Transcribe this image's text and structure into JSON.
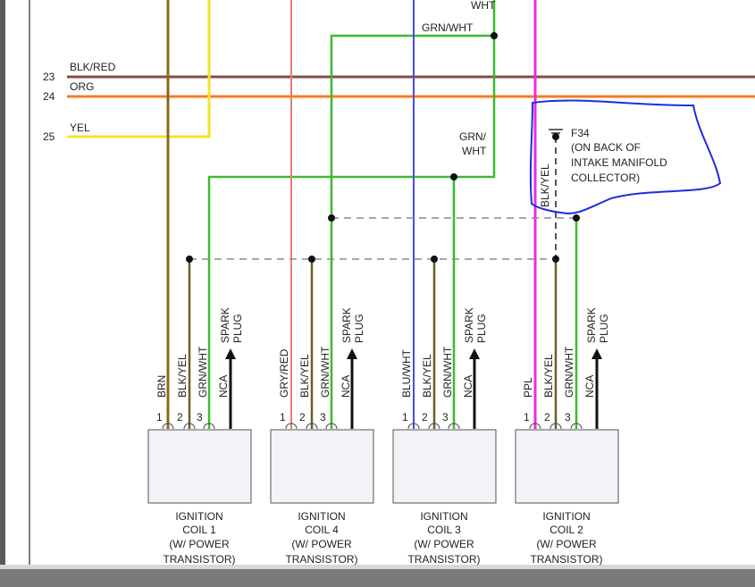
{
  "colors": {
    "brn": "#8a6a1c",
    "yel": "#f5e22a",
    "red": "#e87a7a",
    "blu": "#4a4ae8",
    "ppl": "#e82ee0",
    "grn": "#3dba2e",
    "blk_yel": "#6b5e2a",
    "blk_red": "#8a4a4a",
    "org": "#f57c20",
    "highlight": "#1f2ce0",
    "dashed": "#8c8c8c",
    "coil_fill": "#f2f3f8"
  },
  "top_partial_label": "WHT",
  "buses": [
    {
      "number": "23",
      "label": "BLK/RED"
    },
    {
      "number": "24",
      "label": "ORG"
    },
    {
      "number": "25",
      "label": "YEL"
    }
  ],
  "upper_labels": {
    "grn_wht_top": "GRN/WHT",
    "grn_wht_mid_1": "GRN/",
    "grn_wht_mid_2": "WHT",
    "blk_yel_vertical": "BLK/YEL"
  },
  "ground": {
    "id": "F34",
    "note_1": "(ON BACK OF",
    "note_2": "INTAKE MANIFOLD",
    "note_3": "COLLECTOR)"
  },
  "spark_label_1": "SPARK",
  "spark_label_2": "PLUG",
  "coils": [
    {
      "title": "IGNITION",
      "name": "COIL 1",
      "sub1": "(W/ POWER",
      "sub2": "TRANSISTOR)",
      "pins": [
        "1",
        "2",
        "3"
      ],
      "wires": [
        "BRN",
        "BLK/YEL",
        "GRN/WHT",
        "NCA"
      ]
    },
    {
      "title": "IGNITION",
      "name": "COIL 4",
      "sub1": "(W/ POWER",
      "sub2": "TRANSISTOR)",
      "pins": [
        "1",
        "2",
        "3"
      ],
      "wires": [
        "GRY/RED",
        "BLK/YEL",
        "GRN/WHT",
        "NCA"
      ]
    },
    {
      "title": "IGNITION",
      "name": "COIL 3",
      "sub1": "(W/ POWER",
      "sub2": "TRANSISTOR)",
      "pins": [
        "1",
        "2",
        "3"
      ],
      "wires": [
        "BLU/WHT",
        "BLK/YEL",
        "GRN/WHT",
        "NCA"
      ]
    },
    {
      "title": "IGNITION",
      "name": "COIL 2",
      "sub1": "(W/ POWER",
      "sub2": "TRANSISTOR)",
      "pins": [
        "1",
        "2",
        "3"
      ],
      "wires": [
        "PPL",
        "BLK/YEL",
        "GRN/WHT",
        "NCA"
      ]
    }
  ]
}
